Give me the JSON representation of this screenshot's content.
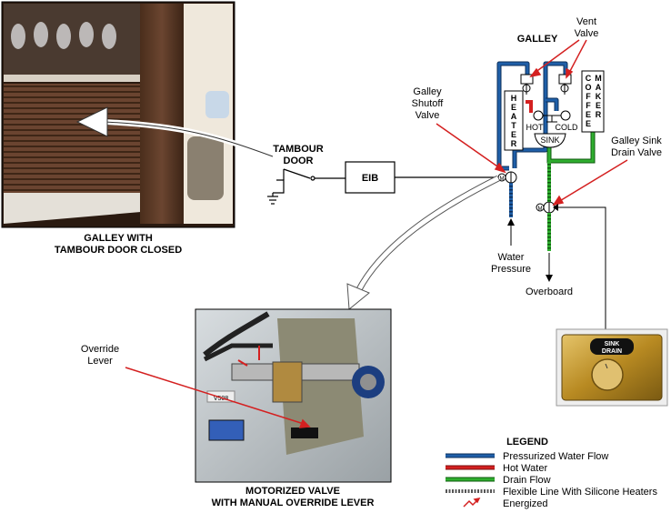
{
  "photos": {
    "galley_caption_line1": "GALLEY WITH",
    "galley_caption_line2": "TAMBOUR DOOR CLOSED",
    "valve_caption_line1": "MOTORIZED VALVE",
    "valve_caption_line2": "WITH MANUAL OVERRIDE LEVER",
    "valve_tag": "V508"
  },
  "switch": {
    "label_line1": "TAMBOUR",
    "label_line2": "DOOR"
  },
  "eib": {
    "label": "EIB"
  },
  "galley": {
    "title": "GALLEY",
    "heater_letters": [
      "H",
      "E",
      "A",
      "T",
      "E",
      "R"
    ],
    "coffee_letters": [
      "C",
      "O",
      "F",
      "F",
      "E",
      "E"
    ],
    "maker_letters": [
      "M",
      "A",
      "K",
      "E",
      "R"
    ],
    "hot_label": "HOT",
    "cold_label": "COLD",
    "sink_label": "SINK"
  },
  "labels": {
    "vent_valve_line1": "Vent",
    "vent_valve_line2": "Valve",
    "shutoff_line1": "Galley",
    "shutoff_line2": "Shutoff",
    "shutoff_line3": "Valve",
    "drain_valve_line1": "Galley Sink",
    "drain_valve_line2": "Drain Valve",
    "water_pressure_line1": "Water",
    "water_pressure_line2": "Pressure",
    "overboard": "Overboard",
    "override_line1": "Override",
    "override_line2": "Lever",
    "motor_symbol": "M"
  },
  "panel": {
    "line1": "SINK",
    "line2": "DRAIN"
  },
  "legend": {
    "title": "LEGEND",
    "items": [
      {
        "label": "Pressurized Water Flow",
        "color": "#1f5fa8"
      },
      {
        "label": "Hot Water",
        "color": "#d42020"
      },
      {
        "label": "Drain Flow",
        "color": "#2fae2f"
      },
      {
        "label": "Flexible Line With Silicone Heaters",
        "color": "#888888"
      },
      {
        "label": "Energized",
        "color": "#d42020"
      }
    ]
  },
  "colors": {
    "pressurized": "#1f5fa8",
    "hot": "#d42020",
    "drain": "#2fae2f",
    "panel_gold": "#c9a23a"
  }
}
